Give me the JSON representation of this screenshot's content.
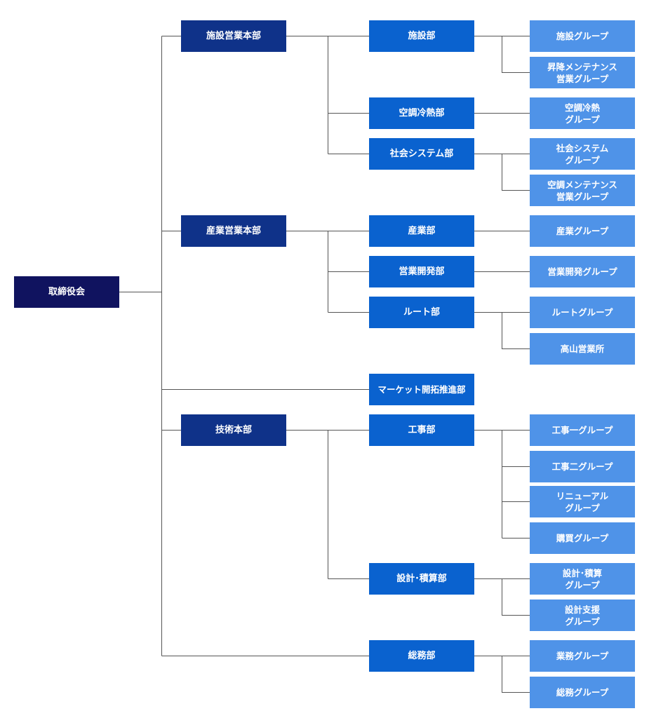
{
  "board": "取締役会",
  "headquarters": {
    "facility": "施設営業本部",
    "industry": "産業営業本部",
    "technical": "技術本部"
  },
  "departments": {
    "facility_dept": "施設部",
    "aircon_dept": "空調冷熱部",
    "social_system_dept": "社会システム部",
    "industry_dept": "産業部",
    "sales_dev_dept": "営業開発部",
    "route_dept": "ルート部",
    "market_dept": "マーケット開拓推進部",
    "construction_dept": "工事部",
    "design_dept": "設計･積算部",
    "general_affairs_dept": "総務部"
  },
  "groups": {
    "facility_group": "施設グループ",
    "elevator_maint_group": "昇降メンテナンス\n営業グループ",
    "aircon_group": "空調冷熱\nグループ",
    "social_system_group": "社会システム\nグループ",
    "aircon_maint_group": "空調メンテナンス\n営業グループ",
    "industry_group": "産業グループ",
    "sales_dev_group": "営業開発グループ",
    "route_group": "ルートグループ",
    "takayama_office": "高山営業所",
    "construction1_group": "工事一グループ",
    "construction2_group": "工事二グループ",
    "renewal_group": "リニューアル\nグループ",
    "purchasing_group": "購買グループ",
    "design_group": "設計･積算\nグループ",
    "design_support_group": "設計支援\nグループ",
    "business_group": "業務グループ",
    "general_affairs_group": "総務グループ"
  },
  "colors": {
    "board": "#10135f",
    "headquarters": "#0f3289",
    "department": "#0a62cf",
    "group": "#4f93e8",
    "connector": "#555555"
  }
}
